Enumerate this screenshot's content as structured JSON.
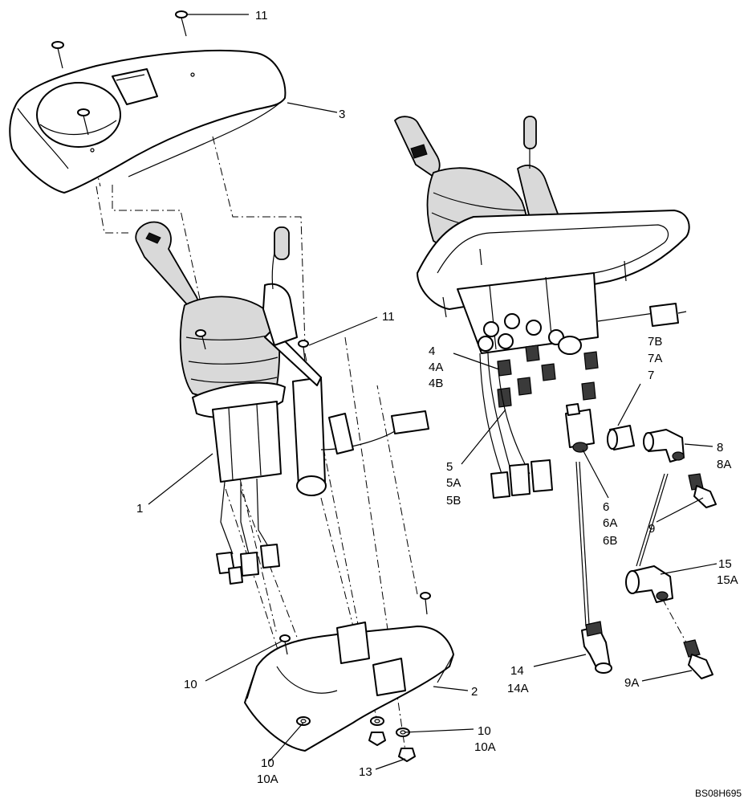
{
  "diagram": {
    "drawing_id": "BS08H695",
    "callouts": {
      "c1": "1",
      "c2": "2",
      "c3": "3",
      "c4": [
        "4",
        "4A",
        "4B"
      ],
      "c5": [
        "5",
        "5A",
        "5B"
      ],
      "c6": [
        "6",
        "6A",
        "6B"
      ],
      "c7": [
        "7B",
        "7A",
        "7"
      ],
      "c8": [
        "8",
        "8A"
      ],
      "c9": "9",
      "c9a": "9A",
      "c10_left": "10",
      "c10_lower": [
        "10",
        "10A"
      ],
      "c10_right": [
        "10",
        "10A"
      ],
      "c11_top": "11",
      "c11_mid": "11",
      "c13": "13",
      "c14": [
        "14",
        "14A"
      ],
      "c15": [
        "15",
        "15A"
      ]
    }
  }
}
